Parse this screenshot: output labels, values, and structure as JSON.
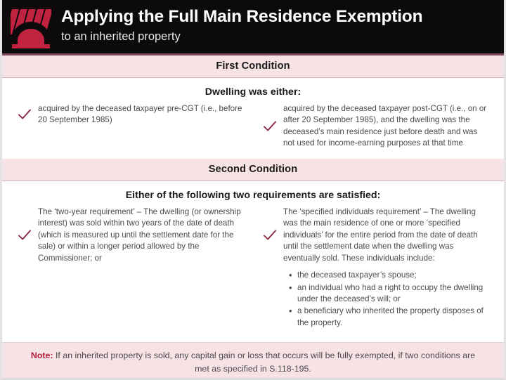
{
  "header": {
    "title": "Applying the Full Main Residence Exemption",
    "subtitle": "to an inherited property",
    "logo_name": "firm-logo-mark",
    "background": "#0d0a0b",
    "accent": "#c0223f"
  },
  "theme": {
    "band_background": "#f7e3e5",
    "check_color": "#8b2a42",
    "note_label_color": "#b01f3a",
    "body_text_color": "#4b4b4f"
  },
  "first_condition": {
    "band_label": "First Condition",
    "heading": "Dwelling was either:",
    "items": [
      {
        "icon": "check-icon",
        "text": "acquired by the deceased taxpayer pre-CGT (i.e., before 20 September 1985)"
      },
      {
        "icon": "check-icon",
        "text": "acquired by the deceased taxpayer post-CGT (i.e., on or after 20 September 1985), and the dwelling was the deceased’s main residence just before death and was not used for income-earning purposes at that time"
      }
    ]
  },
  "second_condition": {
    "band_label": "Second Condition",
    "heading": "Either of the following two requirements are satisfied:",
    "items": [
      {
        "icon": "check-icon",
        "text": "The ‘two-year requirement’ – The dwelling (or ownership interest) was sold within two years of the date of death (which is measured up until the settlement date for the sale) or within a longer period allowed by the Commissioner; or"
      },
      {
        "icon": "check-icon",
        "text": "The ‘specified individuals requirement’ – The dwelling was the main residence of one or more ‘specified individuals’ for the entire period from the date of death until the settlement date when the dwelling was eventually sold. These individuals include:"
      }
    ],
    "bullets": [
      "the deceased taxpayer’s spouse;",
      "an individual who had a right to occupy the dwelling under the deceased’s will; or",
      "a beneficiary who inherited the property disposes of the property."
    ]
  },
  "note": {
    "label": "Note:",
    "text": " If an inherited property is sold, any capital gain or loss that occurs will be fully exempted, if two conditions are met as specified in S.118-195."
  }
}
